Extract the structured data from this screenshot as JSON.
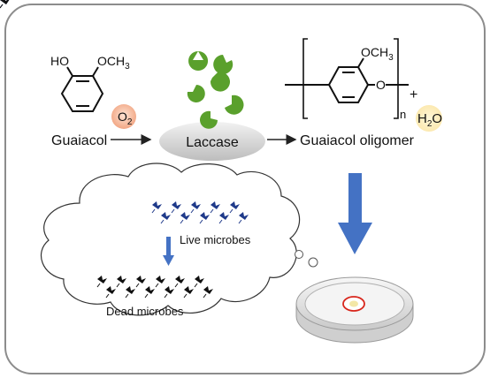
{
  "reactant": {
    "name": "Guaiacol",
    "hydroxyl": "HO",
    "methoxy": "OCH",
    "methoxy_sub": "3"
  },
  "oxidant": {
    "label": "O",
    "sub": "2",
    "color": "#f4b89a"
  },
  "enzyme": {
    "label": "Laccase",
    "fragment_color": "#5aa02c"
  },
  "product": {
    "name": "Guaiacol oligomer",
    "methoxy": "OCH",
    "methoxy_sub": "3",
    "ether_oxygen": "O",
    "repeat_n": "n"
  },
  "byproduct": {
    "plus": "+",
    "label": "H",
    "sub": "2",
    "tail": "O"
  },
  "cloud": {
    "live_label": "Live microbes",
    "dead_label": "Dead microbes",
    "live_color": "#1f3a8a",
    "dead_color": "#111111"
  },
  "colors": {
    "arrow_blue": "#4472c4",
    "dish_ring": "#d8261c"
  }
}
